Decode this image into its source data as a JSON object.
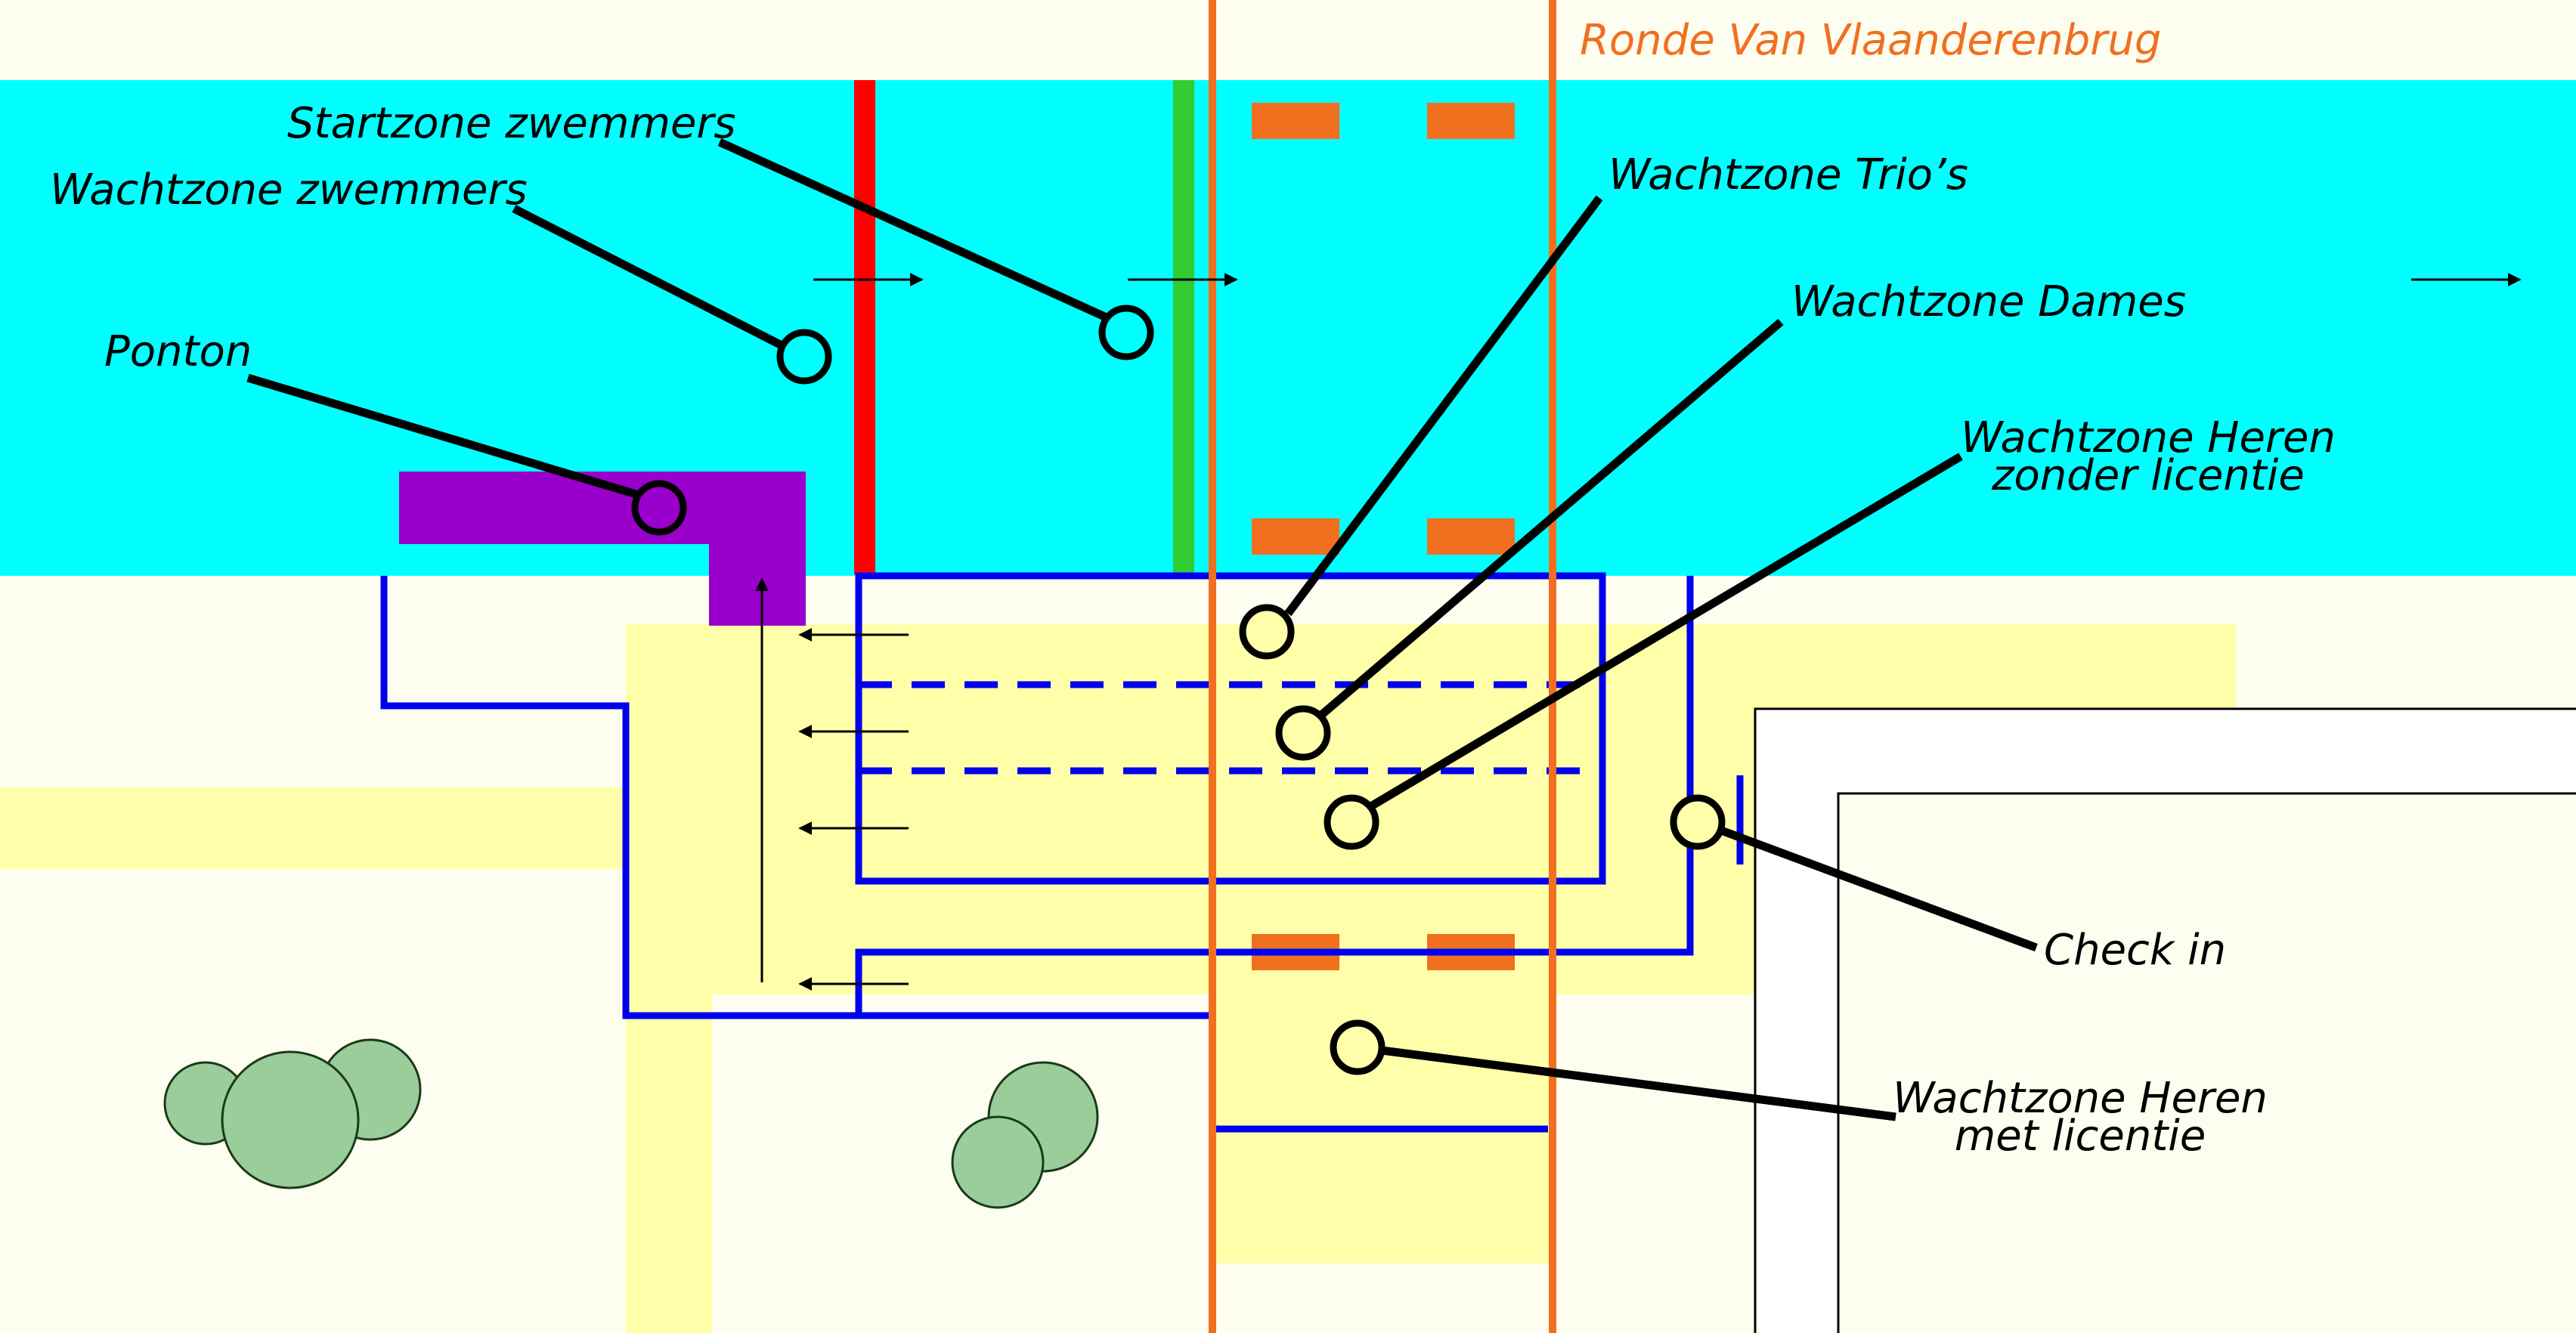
{
  "labels": {
    "bridge": "Ronde Van Vlaanderenbrug",
    "startzone": "Startzone zwemmers",
    "wachtzone_zwemmers": "Wachtzone zwemmers",
    "ponton": "Ponton",
    "wachtzone_trios": "Wachtzone Trio’s",
    "wachtzone_dames": "Wachtzone Dames",
    "heren_zonder_1": "Wachtzone Heren",
    "heren_zonder_2": "zonder licentie",
    "check_in": "Check in",
    "heren_met_1": "Wachtzone Heren",
    "heren_met_2": "met licentie"
  },
  "colors": {
    "background": "#FEFEF0",
    "water": "#00FFFF",
    "path": "#FFFFAA",
    "bridge": "#F07020",
    "fence": "#0000EE",
    "start_line": "#FF0000",
    "swim_line": "#33CC33",
    "ponton": "#9900CC",
    "tree": "#9ACD9A"
  }
}
